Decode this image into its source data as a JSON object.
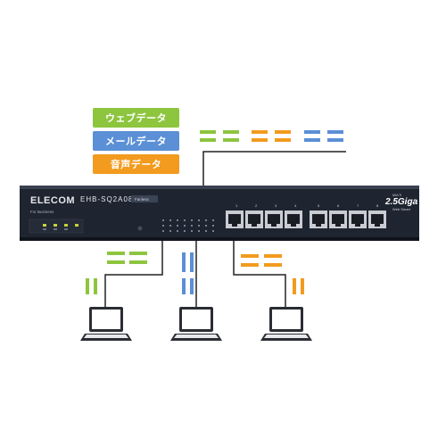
{
  "legend": [
    {
      "label": "ウェブデータ",
      "color": "#8dc53f"
    },
    {
      "label": "メールデータ",
      "color": "#5b8fd6"
    },
    {
      "label": "音声データ",
      "color": "#f29b1e"
    }
  ],
  "device": {
    "brand": "ELECOM",
    "subtitle": "For Business",
    "model": "EHB-SQ2A08",
    "badge": "Fanless",
    "logo_main": "2.5Giga",
    "logo_sub": "Web Smart",
    "logo_super": "MULTI",
    "port_numbers": [
      "1",
      "2",
      "3",
      "4",
      "5",
      "6",
      "7",
      "8"
    ]
  },
  "colors": {
    "web": "#8dc53f",
    "mail": "#5b8fd6",
    "voice": "#f29b1e",
    "switch_body": "#1e2430",
    "line": "#222222"
  }
}
